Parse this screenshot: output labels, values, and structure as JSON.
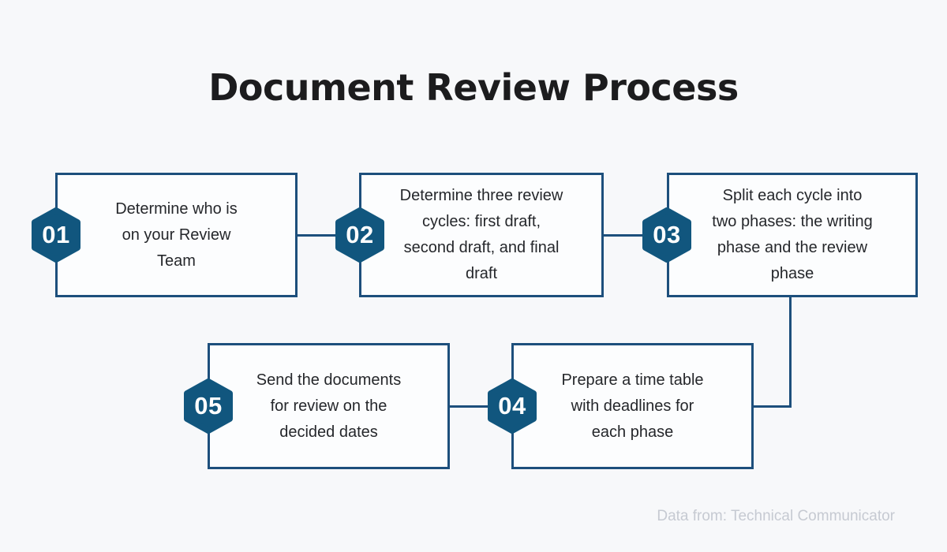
{
  "page": {
    "title": "Document Review Process",
    "attribution": "Data from: Technical Communicator"
  },
  "steps": [
    {
      "number": "01",
      "label": "Determine who is on your Review Team"
    },
    {
      "number": "02",
      "label": "Determine three review cycles: first draft, second draft, and final draft"
    },
    {
      "number": "03",
      "label": "Split each cycle into two phases: the writing phase and the review phase"
    },
    {
      "number": "04",
      "label": "Prepare a time table with deadlines for each phase"
    },
    {
      "number": "05",
      "label": "Send the documents for review on the decided dates"
    }
  ],
  "colors": {
    "background": "#f7f8fa",
    "box_fill": "#fcfdfe",
    "box_border": "#1d4f7c",
    "badge_fill": "#11567e",
    "badge_text": "#ffffff",
    "title_text": "#1c1c1e",
    "body_text": "#25272b",
    "footer_text": "#c6cad2",
    "connector": "#1d4f7c"
  }
}
